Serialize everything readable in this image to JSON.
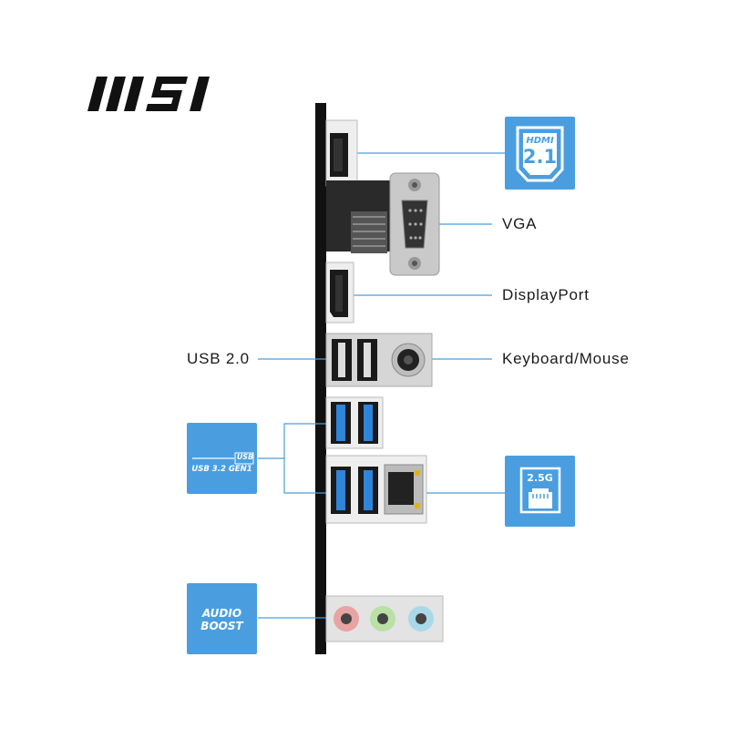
{
  "brand": {
    "logo_text": "MSI"
  },
  "labels": {
    "vga": "VGA",
    "displayport": "DisplayPort",
    "usb20": "USB 2.0",
    "keyboard_mouse": "Keyboard/Mouse"
  },
  "badges": {
    "hdmi": {
      "word": "HDMI",
      "version_major": "2",
      "version_minor": "1"
    },
    "usb32": {
      "tag": "USB",
      "text": "USB 3.2 GEN1"
    },
    "lan": {
      "speed": "2.5G"
    },
    "audio": {
      "line1": "AUDIO",
      "line2": "BOOST"
    }
  },
  "colors": {
    "badge_blue": "#4a9ee0",
    "leader_line": "#4a9ee0",
    "panel_black": "#111111",
    "usb3_blue": "#2f86d8",
    "audio_pink": "#e8a3a3",
    "audio_green": "#b9e0a5",
    "audio_blue": "#a9d9e8"
  }
}
